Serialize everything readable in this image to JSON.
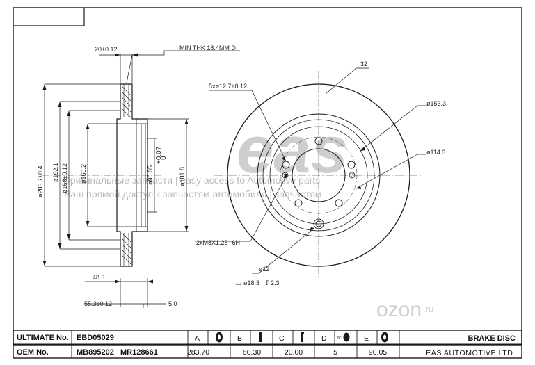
{
  "drawing": {
    "min_thk": "MIN THK 18.4MM D",
    "side_view": {
      "top_width": "20±0.12",
      "d_outer": "ø283.7±0.4",
      "d_192": "ø192.1",
      "d_168": "ø168±0.12",
      "d_160": "ø160.2",
      "d_90": "ø90.05",
      "d_90_tol_upper": "+0.07",
      "d_90_tol_lower": "0",
      "d_181": "ø181.8",
      "dim_48": "48.3",
      "dim_55": "55.3±0.12",
      "dim_5": "5.0"
    },
    "front_view": {
      "vanes": "32",
      "bolt_holes": "5xø12.7±0.12",
      "d_153": "ø153.3",
      "d_114": "ø114.3",
      "threads": "2xM8X1.25--6H",
      "d_12": "ø12",
      "counterbore_symbol": "⌴",
      "counterbore": "ø18.3",
      "depth_symbol": "↧",
      "depth": "2.3"
    }
  },
  "watermark": {
    "logo": "eas",
    "line1": "Оригинальные запчасти | easy access to Automotive parts",
    "line2": "Ваш прямой доступ к запчастям автомобиля | запчастям"
  },
  "brand_watermark": {
    "name": "ozon",
    "domain": ".ru"
  },
  "title_block": {
    "ultimate_label": "ULTIMATE No.",
    "ultimate_value": "EBD05029",
    "oem_label": "OEM No.",
    "oem_values": [
      "MB895202",
      "MR128661"
    ],
    "columns": [
      {
        "letter": "A",
        "value": "283.70",
        "icon": "disc-diameter-icon"
      },
      {
        "letter": "B",
        "value": "60.30",
        "icon": "disc-height-icon"
      },
      {
        "letter": "C",
        "value": "20.00",
        "icon": "disc-thickness-icon"
      },
      {
        "letter": "D",
        "value": "5",
        "icon": "bolt-holes-icon"
      },
      {
        "letter": "E",
        "value": "90.05",
        "icon": "center-bore-icon"
      }
    ],
    "product": "BRAKE DISC",
    "company": "EAS AUTOMOTIVE LTD."
  },
  "colors": {
    "line": "#1a1a1a",
    "watermark": "#c8c8c8",
    "ozon_blue": "#005bff",
    "ozon_grey": "#c9c9c9"
  }
}
